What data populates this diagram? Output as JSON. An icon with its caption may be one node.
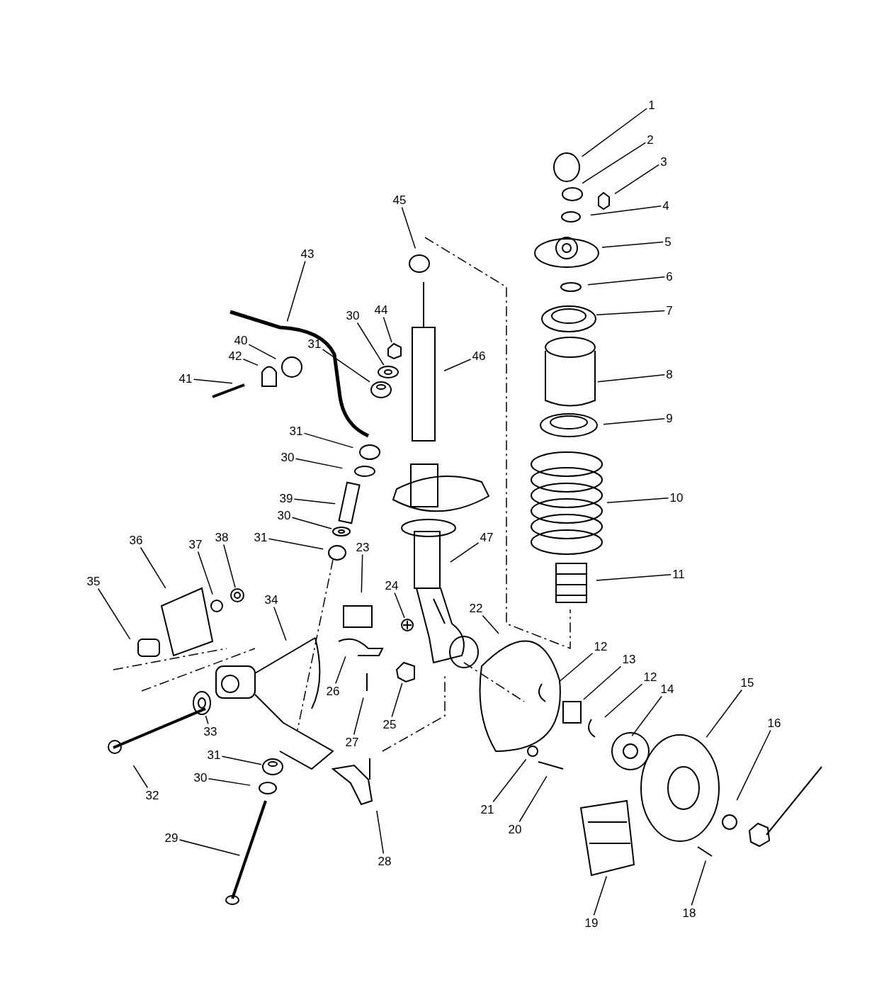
{
  "diagram": {
    "nodes": [
      {
        "text": [
          "1"
        ]
      },
      {
        "text": [
          "2"
        ]
      },
      {
        "text": [
          "3"
        ]
      },
      {
        "text": [
          "4"
        ]
      },
      {
        "text": [
          "5"
        ]
      },
      {
        "text": [
          "6"
        ]
      },
      {
        "text": [
          "7"
        ]
      },
      {
        "text": [
          "8"
        ]
      },
      {
        "text": [
          "9"
        ]
      },
      {
        "text": [
          "10"
        ]
      },
      {
        "text": [
          "11"
        ]
      },
      {
        "text": [
          "12"
        ]
      },
      {
        "text": [
          "13"
        ]
      },
      {
        "text": [
          "12"
        ]
      },
      {
        "text": [
          "14"
        ]
      },
      {
        "text": [
          "15"
        ]
      },
      {
        "text": [
          "16"
        ]
      },
      {
        "text": [
          "18"
        ]
      },
      {
        "text": [
          "19"
        ]
      },
      {
        "text": [
          "20"
        ]
      },
      {
        "text": [
          "21"
        ]
      },
      {
        "text": [
          "22"
        ]
      },
      {
        "text": [
          "23"
        ]
      },
      {
        "text": [
          "24"
        ]
      },
      {
        "text": [
          "25"
        ]
      },
      {
        "text": [
          "26"
        ]
      },
      {
        "text": [
          "27"
        ]
      },
      {
        "text": [
          "28"
        ]
      },
      {
        "text": [
          "29"
        ]
      },
      {
        "text": [
          "30"
        ]
      },
      {
        "text": [
          "31"
        ]
      },
      {
        "text": [
          "32"
        ]
      },
      {
        "text": [
          "33"
        ]
      },
      {
        "text": [
          "34"
        ]
      },
      {
        "text": [
          "35"
        ]
      },
      {
        "text": [
          "36"
        ]
      },
      {
        "text": [
          "37"
        ]
      },
      {
        "text": [
          "38"
        ]
      },
      {
        "text": [
          "39"
        ]
      },
      {
        "text": [
          "30"
        ]
      },
      {
        "text": [
          "31"
        ]
      },
      {
        "text": [
          "30"
        ]
      },
      {
        "text": [
          "31"
        ]
      },
      {
        "text": [
          "31"
        ]
      },
      {
        "text": [
          "30"
        ]
      },
      {
        "text": [
          "44"
        ]
      },
      {
        "text": [
          "40"
        ]
      },
      {
        "text": [
          "41"
        ]
      },
      {
        "text": [
          "42"
        ]
      },
      {
        "text": [
          "43"
        ]
      },
      {
        "text": [
          "45"
        ]
      },
      {
        "text": [
          "46"
        ]
      },
      {
        "text": [
          "47"
        ]
      },
      {
        "text": [],
        "shape": "picture"
      },
      {
        "text": [],
        "shape": "picture"
      },
      {
        "text": [],
        "shape": "picture"
      },
      {
        "text": [],
        "shape": "picture"
      },
      {
        "text": [],
        "shape": "picture"
      },
      {
        "text": [],
        "shape": "picture"
      },
      {
        "text": [],
        "shape": "picture"
      },
      {
        "text": [],
        "shape": "picture"
      },
      {
        "text": [],
        "shape": "picture"
      }
    ],
    "edges": [
      {
        "from": 0,
        "to": null,
        "arrow": "none"
      },
      {
        "from": 1,
        "to": null,
        "arrow": "none"
      },
      {
        "from": 2,
        "to": null,
        "arrow": "none"
      },
      {
        "from": 3,
        "to": null,
        "arrow": "none"
      },
      {
        "from": 4,
        "to": null,
        "arrow": "none"
      },
      {
        "from": 5,
        "to": null,
        "arrow": "none"
      },
      {
        "from": 6,
        "to": null,
        "arrow": "none"
      },
      {
        "from": 7,
        "to": null,
        "arrow": "none"
      },
      {
        "from": 8,
        "to": null,
        "arrow": "none"
      },
      {
        "from": 9,
        "to": null,
        "arrow": "none"
      },
      {
        "from": 10,
        "to": null,
        "arrow": "none"
      },
      {
        "from": 11,
        "to": null,
        "arrow": "none"
      },
      {
        "from": 12,
        "to": null,
        "arrow": "none"
      },
      {
        "from": 13,
        "to": null,
        "arrow": "none"
      },
      {
        "from": 14,
        "to": null,
        "arrow": "none"
      },
      {
        "from": 15,
        "to": null,
        "arrow": "none"
      },
      {
        "from": 16,
        "to": null,
        "arrow": "none"
      },
      {
        "from": 17,
        "to": null,
        "arrow": "none"
      },
      {
        "from": 18,
        "to": null,
        "arrow": "none"
      },
      {
        "from": 19,
        "to": null,
        "arrow": "none"
      },
      {
        "from": 20,
        "to": null,
        "arrow": "none"
      },
      {
        "from": 21,
        "to": null,
        "arrow": "none"
      },
      {
        "from": 22,
        "to": null,
        "arrow": "none"
      },
      {
        "from": 23,
        "to": 53,
        "arrow": "none"
      },
      {
        "from": 24,
        "to": 54,
        "arrow": "none"
      },
      {
        "from": 25,
        "to": null,
        "arrow": "none"
      },
      {
        "from": 26,
        "to": null,
        "arrow": "none"
      },
      {
        "from": 27,
        "to": null,
        "arrow": "none"
      },
      {
        "from": 28,
        "to": null,
        "arrow": "none"
      },
      {
        "from": 29,
        "to": null,
        "arrow": "none"
      },
      {
        "from": 30,
        "to": 55,
        "arrow": "none"
      },
      {
        "from": 31,
        "to": null,
        "arrow": "none"
      },
      {
        "from": 32,
        "to": 56,
        "arrow": "none"
      },
      {
        "from": 33,
        "to": null,
        "arrow": "none"
      },
      {
        "from": 34,
        "to": null,
        "arrow": "none"
      },
      {
        "from": 35,
        "to": null,
        "arrow": "none"
      },
      {
        "from": 36,
        "to": null,
        "arrow": "none"
      },
      {
        "from": 37,
        "to": 57,
        "arrow": "none"
      },
      {
        "from": 38,
        "to": null,
        "arrow": "none"
      },
      {
        "from": 39,
        "to": 58,
        "arrow": "none"
      },
      {
        "from": 40,
        "to": null,
        "arrow": "none"
      },
      {
        "from": 41,
        "to": null,
        "arrow": "none"
      },
      {
        "from": 42,
        "to": null,
        "arrow": "none"
      },
      {
        "from": 43,
        "to": 59,
        "arrow": "none"
      },
      {
        "from": 44,
        "to": 60,
        "arrow": "none"
      },
      {
        "from": 45,
        "to": 61,
        "arrow": "none"
      },
      {
        "from": 46,
        "to": null,
        "arrow": "none"
      },
      {
        "from": 47,
        "to": null,
        "arrow": "none"
      },
      {
        "from": 48,
        "to": null,
        "arrow": "none"
      },
      {
        "from": 49,
        "to": null,
        "arrow": "none"
      },
      {
        "from": 50,
        "to": null,
        "arrow": "none"
      },
      {
        "from": 51,
        "to": null,
        "arrow": "none"
      },
      {
        "from": 52,
        "to": null,
        "arrow": "none"
      }
    ]
  }
}
